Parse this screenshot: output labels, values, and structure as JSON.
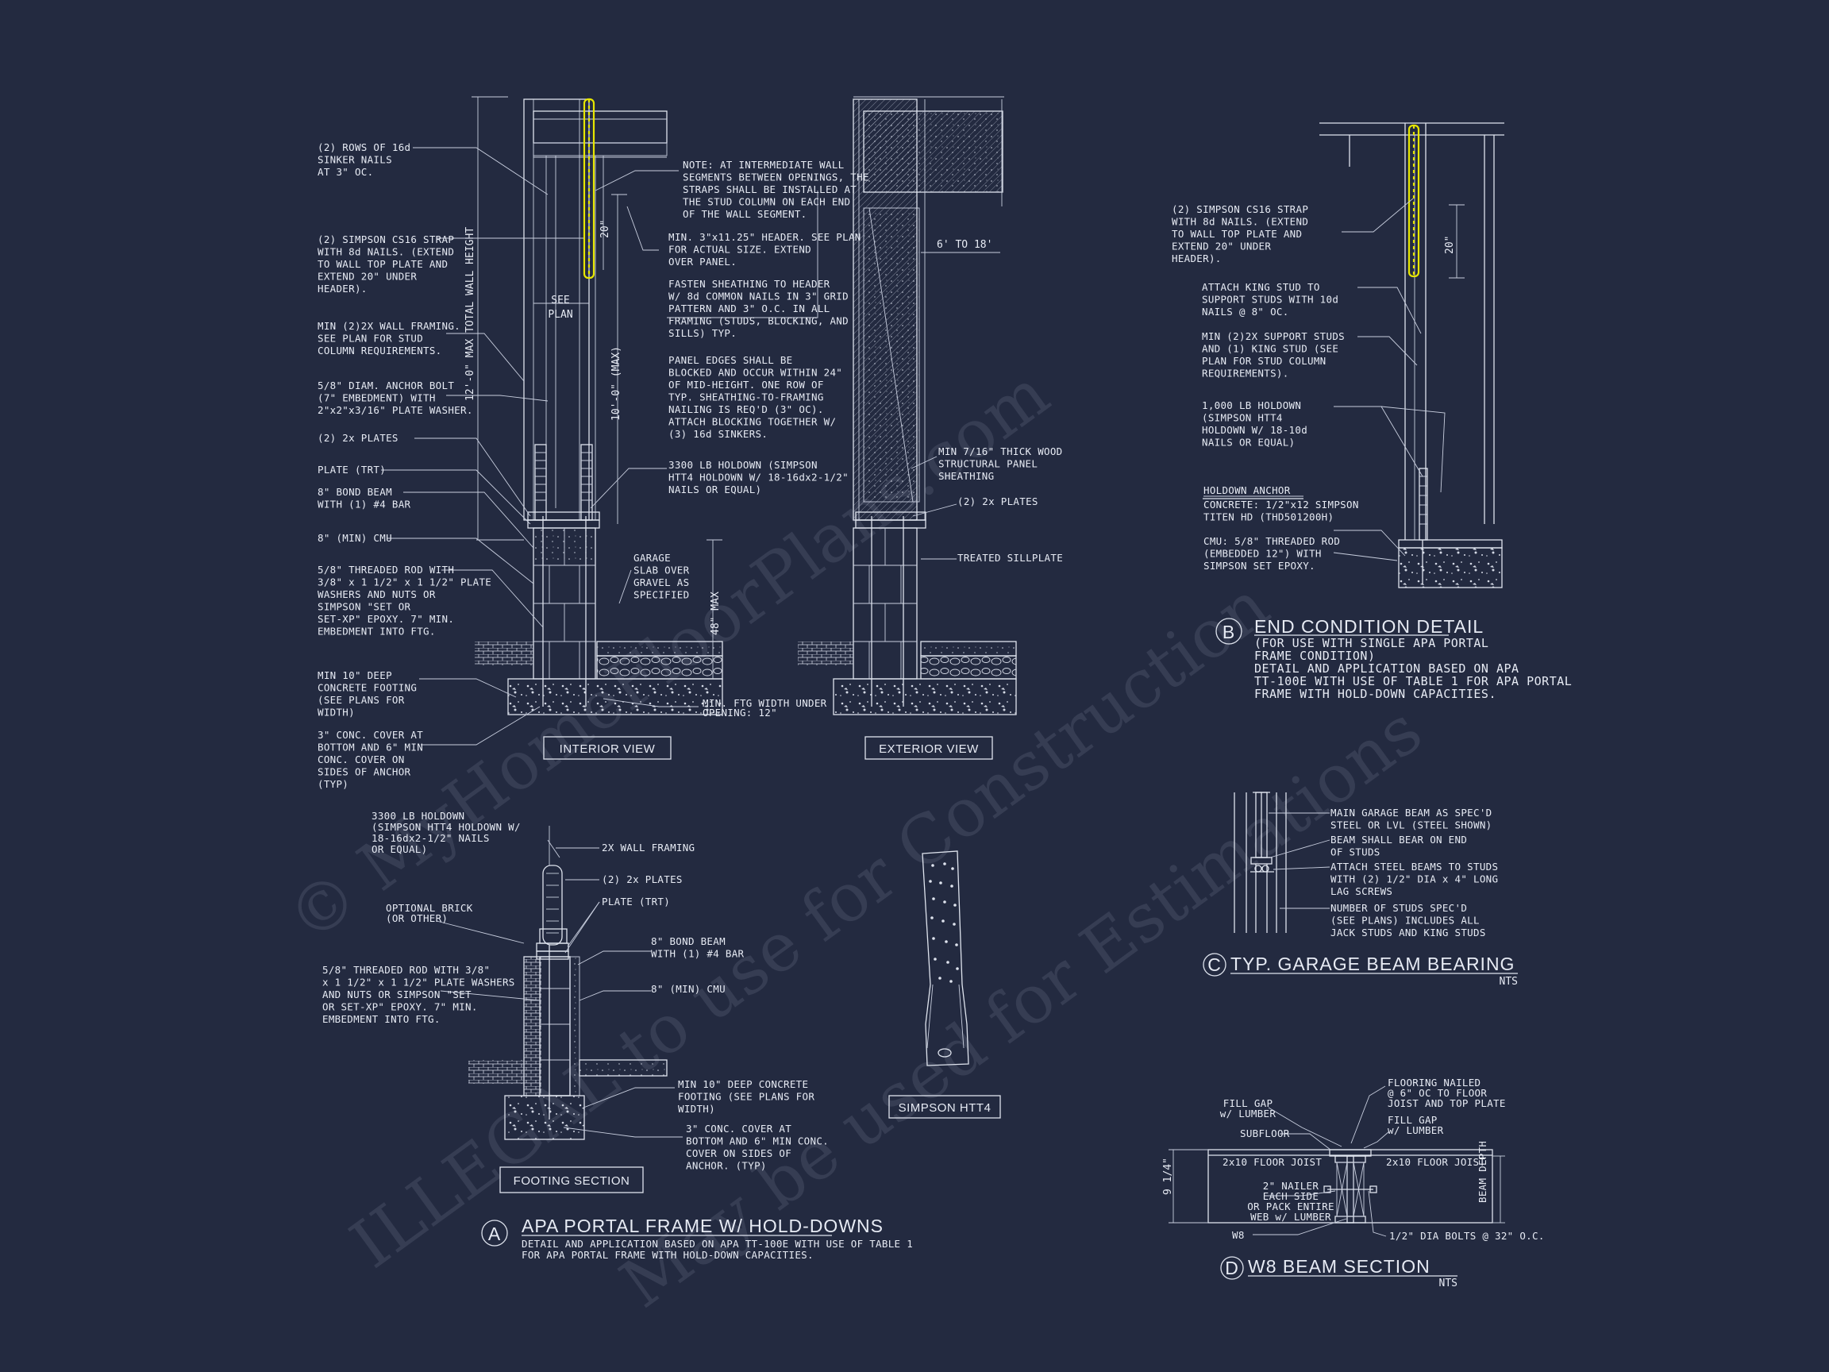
{
  "watermark": {
    "line1": "© MyHomeFloorPlans.com",
    "line2": "ILLEGAL to use for Construction",
    "line3": "May be used for Estimations"
  },
  "detail_a": {
    "interior_notes": [
      [
        "(2) ROWS OF 16d",
        "SINKER NAILS",
        "AT 3\" OC."
      ],
      [
        "(2) SIMPSON CS16 STRAP",
        "WITH 8d NAILS. (EXTEND",
        "TO WALL TOP PLATE AND",
        "EXTEND 20\" UNDER",
        "HEADER)."
      ],
      [
        "MIN (2)2X WALL FRAMING.",
        "SEE PLAN FOR STUD",
        "COLUMN REQUIREMENTS."
      ],
      [
        "5/8\" DIAM. ANCHOR BOLT",
        "(7\" EMBEDMENT) WITH",
        "2\"x2\"x3/16\" PLATE WASHER."
      ],
      [
        "(2) 2x PLATES"
      ],
      [
        "PLATE (TRT)"
      ],
      [
        "8\" BOND BEAM",
        "WITH (1) #4 BAR"
      ],
      [
        "8\" (MIN) CMU"
      ],
      [
        "5/8\" THREADED ROD WITH",
        "3/8\" x 1 1/2\" x 1 1/2\" PLATE",
        "WASHERS AND NUTS OR",
        "SIMPSON \"SET OR",
        "SET-XP\" EPOXY. 7\" MIN.",
        "EMBEDMENT INTO FTG."
      ],
      [
        "MIN 10\" DEEP",
        "CONCRETE FOOTING",
        "(SEE PLANS FOR",
        "WIDTH)"
      ],
      [
        "3\" CONC. COVER AT",
        "BOTTOM AND 6\" MIN",
        "CONC. COVER ON",
        "SIDES OF ANCHOR",
        "(TYP)"
      ]
    ],
    "dims": {
      "twenty": "20\"",
      "see_plan": [
        "SEE",
        "PLAN"
      ],
      "total_height": "12'-0\" MAX TOTAL WALL HEIGHT",
      "ten_max": "10'-0\" (MAX)",
      "forty_eight_max": "48\" MAX",
      "six_to_eighteen": "6' TO 18'"
    },
    "center_notes": [
      [
        "NOTE: AT INTERMEDIATE WALL",
        "SEGMENTS BETWEEN OPENINGS, THE",
        "STRAPS SHALL BE INSTALLED AT",
        "THE STUD COLUMN ON EACH END",
        "OF THE WALL SEGMENT."
      ],
      [
        "MIN. 3\"x11.25\" HEADER. SEE PLAN",
        "FOR ACTUAL SIZE. EXTEND",
        "OVER PANEL."
      ],
      [
        "FASTEN SHEATHING TO HEADER",
        "W/ 8d COMMON NAILS IN 3\" GRID",
        "PATTERN AND 3\" O.C. IN ALL",
        "FRAMING (STUDS, BLOCKING, AND",
        "SILLS) TYP."
      ],
      [
        "PANEL EDGES SHALL BE",
        "BLOCKED AND OCCUR WITHIN 24\"",
        "OF MID-HEIGHT.  ONE ROW OF",
        "TYP. SHEATHING-TO-FRAMING",
        "NAILING IS REQ'D (3\" OC).",
        "ATTACH BLOCKING TOGETHER W/",
        "(3) 16d SINKERS."
      ],
      [
        "3300 LB HOLDOWN (SIMPSON",
        "HTT4 HOLDOWN W/ 18-16dx2-1/2\"",
        "NAILS OR EQUAL)"
      ],
      [
        "GARAGE",
        "SLAB OVER",
        "GRAVEL AS",
        "SPECIFIED"
      ],
      [
        "MIN. FTG WIDTH UNDER",
        "OPENING: 12\""
      ]
    ],
    "exterior_notes": [
      [
        "MIN 7/16\" THICK WOOD",
        "STRUCTURAL PANEL",
        "SHEATHING"
      ],
      [
        "(2) 2x PLATES"
      ],
      [
        "TREATED SILLPLATE"
      ]
    ],
    "interior_view_label": "INTERIOR VIEW",
    "exterior_view_label": "EXTERIOR VIEW",
    "footing_notes": [
      [
        "3300 LB HOLDOWN",
        "(SIMPSON HTT4 HOLDOWN W/",
        "18-16dx2-1/2\" NAILS",
        "OR EQUAL)"
      ],
      [
        "2X WALL FRAMING"
      ],
      [
        "(2) 2x PLATES"
      ],
      [
        "PLATE (TRT)"
      ],
      [
        "OPTIONAL BRICK",
        "(OR OTHER)"
      ],
      [
        "8\" BOND BEAM",
        "WITH (1) #4 BAR"
      ],
      [
        "8\" (MIN) CMU"
      ],
      [
        "5/8\" THREADED ROD WITH 3/8\"",
        "x 1 1/2\" x 1 1/2\" PLATE WASHERS",
        "AND NUTS OR SIMPSON \"SET",
        "OR SET-XP\" EPOXY.  7\" MIN.",
        "EMBEDMENT INTO FTG."
      ],
      [
        "MIN 10\" DEEP CONCRETE",
        "FOOTING (SEE PLANS FOR",
        "WIDTH)"
      ],
      [
        "3\" CONC. COVER AT",
        "BOTTOM AND 6\" MIN CONC.",
        "COVER ON SIDES OF",
        "ANCHOR. (TYP)"
      ]
    ],
    "footing_section_label": "FOOTING SECTION",
    "htt4_label": "SIMPSON HTT4",
    "letter": "A",
    "title": "APA PORTAL FRAME W/ HOLD-DOWNS",
    "subtitle": [
      "DETAIL AND APPLICATION BASED ON APA TT-100E WITH USE OF TABLE 1",
      "FOR APA PORTAL FRAME WITH HOLD-DOWN CAPACITIES."
    ]
  },
  "detail_b": {
    "notes": [
      [
        "(2) SIMPSON CS16 STRAP",
        "WITH 8d NAILS. (EXTEND",
        "TO WALL TOP PLATE AND",
        "EXTEND 20\" UNDER",
        "HEADER)."
      ],
      [
        "ATTACH KING STUD TO",
        "SUPPORT STUDS WITH 10d",
        "NAILS @ 8\" OC."
      ],
      [
        "MIN (2)2X SUPPORT STUDS",
        "AND (1) KING STUD (SEE",
        "PLAN FOR STUD COLUMN",
        "REQUIREMENTS)."
      ],
      [
        "1,000 LB HOLDOWN",
        "(SIMPSON HTT4",
        "HOLDOWN W/ 18-10d",
        "NAILS OR EQUAL)"
      ],
      [
        "HOLDOWN ANCHOR"
      ],
      [
        "CONCRETE: 1/2\"x12 SIMPSON",
        "TITEN HD (THD501200H)"
      ],
      [
        "CMU: 5/8\" THREADED ROD",
        "(EMBEDDED 12\") WITH",
        "SIMPSON SET EPOXY."
      ]
    ],
    "dim": "20\"",
    "letter": "B",
    "title": "END CONDITION DETAIL",
    "subtitle": [
      "(FOR USE WITH SINGLE APA PORTAL",
      "FRAME CONDITION)",
      "DETAIL AND APPLICATION BASED ON APA",
      "TT-100E WITH USE OF TABLE 1 FOR APA PORTAL",
      "FRAME WITH HOLD-DOWN CAPACITIES."
    ]
  },
  "detail_c": {
    "notes": [
      [
        "MAIN GARAGE BEAM AS SPEC'D",
        "STEEL OR LVL (STEEL SHOWN)"
      ],
      [
        "BEAM SHALL BEAR ON END",
        "OF STUDS"
      ],
      [
        "ATTACH STEEL BEAMS TO STUDS",
        "WITH (2) 1/2\" DIA x 4\" LONG",
        "LAG SCREWS"
      ],
      [
        "NUMBER OF STUDS SPEC'D",
        "(SEE PLANS) INCLUDES ALL",
        "JACK STUDS AND KING STUDS"
      ]
    ],
    "letter": "C",
    "title": "TYP. GARAGE BEAM BEARING",
    "scale": "NTS"
  },
  "detail_d": {
    "notes": {
      "flooring": [
        "FLOORING NAILED",
        "@ 6\" OC TO FLOOR",
        "JOIST AND TOP PLATE"
      ],
      "fill_gap_left": [
        "FILL GAP",
        "w/ LUMBER"
      ],
      "fill_gap_right": [
        "FILL GAP",
        "w/ LUMBER"
      ],
      "subfloor": "SUBFLOOR",
      "joist_left": "2x10 FLOOR JOIST",
      "joist_right": "2x10 FLOOR JOIST",
      "nailer": [
        "2\" NAILER",
        "EACH SIDE",
        "OR PACK ENTIRE",
        "WEB w/ LUMBER"
      ],
      "w8": "W8",
      "bolts": "1/2\" DIA BOLTS @ 32\" O.C.",
      "depth_left": "9 1/4\"",
      "depth_right": "BEAM DEPTH"
    },
    "letter": "D",
    "title": "W8 BEAM SECTION",
    "scale": "NTS"
  }
}
